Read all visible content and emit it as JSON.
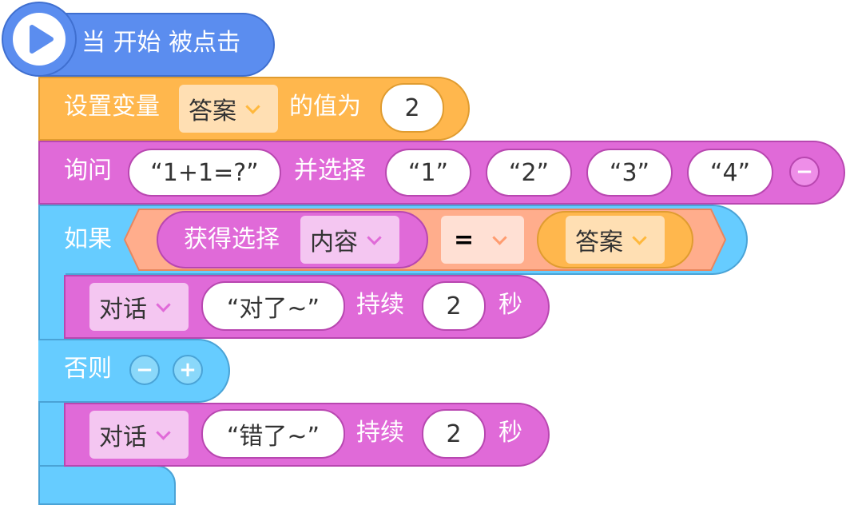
{
  "hat": {
    "label": "当 开始 被点击"
  },
  "set_var": {
    "label_prefix": "设置变量",
    "variable": "答案",
    "label_mid": "的值为",
    "value": "2"
  },
  "ask": {
    "label_prefix": "询问",
    "question": "“1+1=?”",
    "label_mid": "并选择",
    "options": [
      "“1”",
      "“2”",
      "“3”",
      "“4”"
    ],
    "minus": "−"
  },
  "if_block": {
    "label_if": "如果",
    "get_choice": {
      "label": "获得选择",
      "field": "内容"
    },
    "operator": "=",
    "compare_var": "答案",
    "label_else": "否则",
    "minus": "−",
    "plus": "+"
  },
  "say_correct": {
    "mode": "对话",
    "text": "“对了~”",
    "label_duration": "持续",
    "duration": "2",
    "unit": "秒"
  },
  "say_wrong": {
    "mode": "对话",
    "text": "“错了~”",
    "label_duration": "持续",
    "duration": "2",
    "unit": "秒"
  },
  "colors": {
    "event": "#5b8def",
    "variable": "#ffb74d",
    "looks": "#e06ad8",
    "control": "#62c9f8"
  }
}
